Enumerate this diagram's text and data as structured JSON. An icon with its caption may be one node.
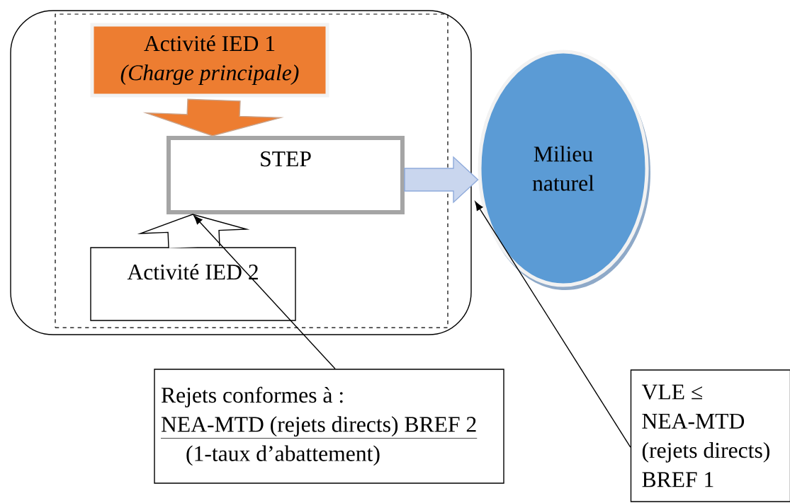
{
  "diagram": {
    "nodes": [
      {
        "text": [],
        "shape": "box"
      },
      {
        "text": [],
        "shape": "box",
        "in": 0
      },
      {
        "text": [
          "Activité IED 1",
          "(Charge principale)"
        ],
        "in": 1
      },
      {
        "text": [
          "STEP"
        ],
        "in": 1
      },
      {
        "text": [
          "Activité IED 2"
        ],
        "in": 1
      },
      {
        "text": [
          "Milieu naturel"
        ]
      },
      {
        "text": [
          "Rejets conformes à :",
          "NEA-MTD (rejets directs) BREF 2",
          "(1-taux d’abattement)"
        ]
      },
      {
        "text": [
          "VLE ≤ NEA-MTD (rejets directs) BREF 1"
        ]
      }
    ],
    "edges": [
      {
        "from": 2,
        "to": 3,
        "arrow": "to",
        "style": "thick",
        "color": "#ed7d31"
      },
      {
        "from": 4,
        "to": 3,
        "arrow": "to",
        "style": "thick"
      },
      {
        "from": 3,
        "to": 5,
        "arrow": "to",
        "style": "thick",
        "color": "#c9d6ee"
      },
      {
        "from": 6,
        "to": 3,
        "arrow": "to"
      },
      {
        "from": 7,
        "to": 5,
        "arrow": "to"
      }
    ]
  }
}
